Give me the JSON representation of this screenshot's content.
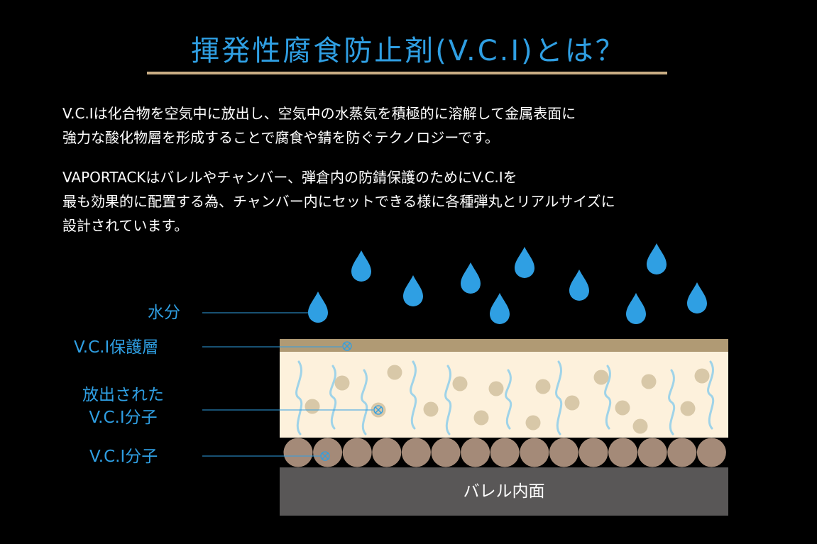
{
  "title": "揮発性腐食防止剤(V.C.I)とは？",
  "paragraph1": {
    "line1": "V.C.Iは化合物を空気中に放出し、空気中の水蒸気を積極的に溶解して金属表面に",
    "line2": "強力な酸化物層を形成することで腐食や錆を防ぐテクノロジーです。"
  },
  "paragraph2": {
    "line1": "VAPORTACKはバレルやチャンバー、弾倉内の防錆保護のためにV.C.Iを",
    "line2": "最も効果的に配置する為、チャンバー内にセットできる様に各種弾丸とリアルサイズに",
    "line3": "設計されています。"
  },
  "diagram": {
    "labels": {
      "water": "水分",
      "vci_layer": "V.C.I保護層",
      "released_line1": "放出された",
      "released_line2": "V.C.I分子",
      "vci_molecule": "V.C.I分子"
    },
    "surface_label": "バレル内面",
    "colors": {
      "accent": "#2f9fe3",
      "water_drop": "#2f9fe3",
      "protective_layer": "#b09a74",
      "vapor_zone": "#fdf1dc",
      "released_molecule": "#d8c8a8",
      "vapor_wave": "#9fd3e8",
      "molecule": "#a48a78",
      "barrel_surface": "#595757",
      "title_underline": "#c9ad84"
    }
  }
}
